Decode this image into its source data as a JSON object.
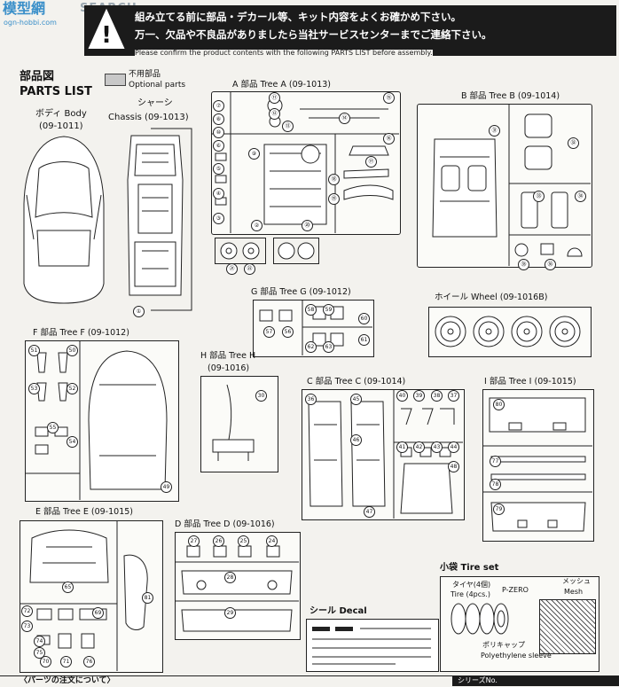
{
  "watermark": {
    "brand": "SEARCH",
    "site": "ogn-hobbi.com"
  },
  "header": {
    "notice_line1": "組み立てる前に部品・デカール等、キット内容をよくお確かめ下さい。",
    "notice_line2": "万一、欠品や不良品がありましたら当社サービスセンターまでご連絡下さい。",
    "notice_en": "Please confirm the product contents with the following PARTS LIST before assembly.",
    "warning_icon": "warning-icon"
  },
  "legend": {
    "title_jp": "部品図",
    "title_en": "PARTS LIST",
    "optional_jp": "不用部品",
    "optional_en": "Optional parts"
  },
  "sections": {
    "body": {
      "jp": "ボディ",
      "en": "Body",
      "code": "(09-1011)"
    },
    "chassis": {
      "jp": "シャーシ",
      "en": "Chassis",
      "code": "(09-1013)"
    },
    "tree_a": {
      "title": "A 部品 Tree A",
      "code": "(09-1013)"
    },
    "tree_b": {
      "title": "B 部品 Tree B",
      "code": "(09-1014)"
    },
    "tree_g": {
      "title": "G 部品 Tree G",
      "code": "(09-1012)"
    },
    "wheel": {
      "title": "ホイール Wheel",
      "code": "(09-1016B)"
    },
    "tree_f": {
      "title": "F 部品 Tree F",
      "code": "(09-1012)"
    },
    "tree_h": {
      "title": "H 部品 Tree H",
      "code": "(09-1016)"
    },
    "tree_c": {
      "title": "C 部品 Tree C",
      "code": "(09-1014)"
    },
    "tree_i": {
      "title": "I 部品 Tree I",
      "code": "(09-1015)"
    },
    "tree_e": {
      "title": "E 部品 Tree E",
      "code": "(09-1015)"
    },
    "tree_d": {
      "title": "D 部品 Tree D",
      "code": "(09-1016)"
    },
    "decal": {
      "title": "シール Decal"
    },
    "tire": {
      "title": "小袋 Tire set",
      "tire_jp": "タイヤ(4個)",
      "tire_en": "Tire (4pcs.)",
      "brand": "P-ZERO",
      "mesh_jp": "メッシュ",
      "mesh_en": "Mesh",
      "cap_jp": "ポリキャップ",
      "cap_en": "Polyethylene sleeve"
    }
  },
  "part_numbers": {
    "chassis": [
      "①"
    ],
    "tree_a": [
      "⑪",
      "⑫",
      "⑬",
      "⑭",
      "⑮",
      "⑯",
      "⑰",
      "⑱",
      "⑲",
      "⑳",
      "㉑",
      "㉒",
      "⑦",
      "⑧",
      "⑨",
      "⑩",
      "⑥",
      "⑤",
      "④",
      "③",
      "②"
    ],
    "tree_b": [
      "㉛",
      "㉜",
      "㉝",
      "㉞",
      "㉟",
      "㊱"
    ],
    "tree_g": [
      "57",
      "56",
      "58",
      "59",
      "60",
      "61",
      "62",
      "63"
    ],
    "tree_f": [
      "51",
      "50",
      "52",
      "53",
      "54",
      "55",
      "49"
    ],
    "tree_h": [
      "30"
    ],
    "tree_c": [
      "36",
      "37",
      "38",
      "39",
      "40",
      "41",
      "42",
      "43",
      "44",
      "45",
      "46",
      "47",
      "48"
    ],
    "tree_i": [
      "80",
      "77",
      "78",
      "79"
    ],
    "tree_e": [
      "65",
      "69",
      "70",
      "71",
      "72",
      "73",
      "74",
      "75",
      "76",
      "81"
    ],
    "tree_d": [
      "27",
      "26",
      "25",
      "24",
      "28",
      "29"
    ]
  },
  "footer": {
    "left": "〈パーツの注文について〉",
    "right": "シリーズNo."
  }
}
